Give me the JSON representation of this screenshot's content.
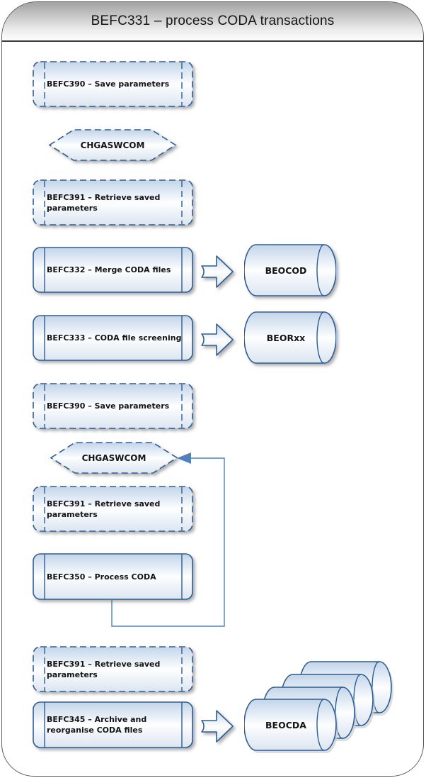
{
  "window": {
    "title": "BEFC331 – process CODA transactions"
  },
  "steps": {
    "save_params_1": "BEFC390 – Save parameters",
    "chgaswcom_1": "CHGASWCOM",
    "retrieve_params_1": "BEFC391 – Retrieve saved parameters",
    "merge": "BEFC332 – Merge CODA files",
    "screening": "BEFC333 – CODA file screening",
    "save_params_2": "BEFC390 – Save parameters",
    "chgaswcom_2": "CHGASWCOM",
    "retrieve_params_2": "BEFC391 – Retrieve saved parameters",
    "process": "BEFC350 – Process CODA",
    "retrieve_params_3": "BEFC391 – Retrieve saved parameters",
    "archive": "BEFC345 – Archive and reorganise CODA files"
  },
  "datastores": {
    "beocod": "BEOCOD",
    "beorxx": "BEORxx",
    "beocda": "BEOCDA"
  },
  "colors": {
    "shape_border": "#2f5d93",
    "connector_line": "#4f81bd",
    "shape_fill_top": "#c3d5e9",
    "shape_fill_mid": "#fdfeff",
    "shape_fill_bottom": "#dbe5f1",
    "header_line": "#3a3a3a"
  }
}
